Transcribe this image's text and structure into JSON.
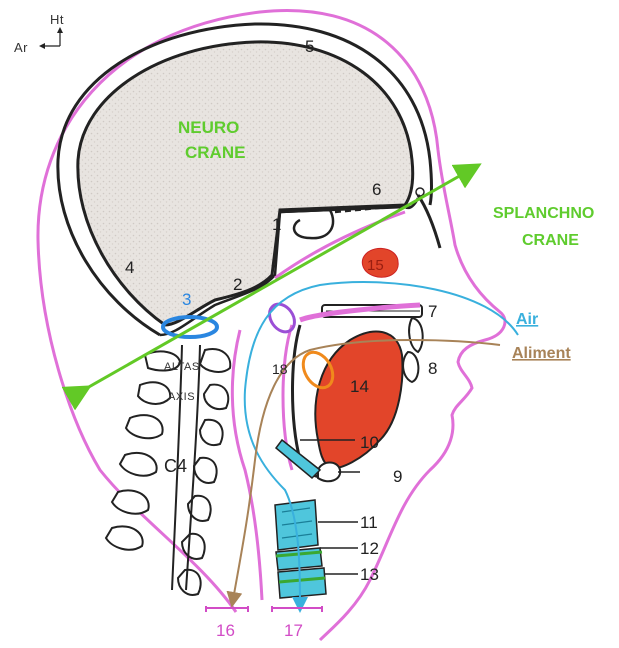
{
  "orientation": {
    "up_label": "Ht",
    "back_label": "Ar"
  },
  "regions": {
    "neuro_line1": "NEURO",
    "neuro_line2": "CRANE",
    "splanch_line1": "SPLANCHNO",
    "splanch_line2": "CRANE"
  },
  "flows": {
    "air": "Air",
    "aliment": "Aliment"
  },
  "vertebrae": {
    "atlas": "ALTAS",
    "axis": "AXIS",
    "c4": "C4"
  },
  "labels": {
    "n1": "1",
    "n2": "2",
    "n3": "3",
    "n4": "4",
    "n5": "5",
    "n6": "6",
    "n7": "7",
    "n8": "8",
    "n9": "9",
    "n10": "10",
    "n11": "11",
    "n12": "12",
    "n13": "13",
    "n14": "14",
    "n15": "15",
    "n16": "16",
    "n17": "17",
    "n18": "18"
  },
  "colors": {
    "skin": "#e070d8",
    "brain": "#e6e2de",
    "divider": "#62c926",
    "air": "#39b0dd",
    "aliment": "#a88358",
    "tongue": "#e2452a",
    "cartilage": "#4fc6dc",
    "ring_3": "#2a86e0",
    "ring_purple": "#9b4fd6",
    "ring_orange": "#f08a1c"
  }
}
